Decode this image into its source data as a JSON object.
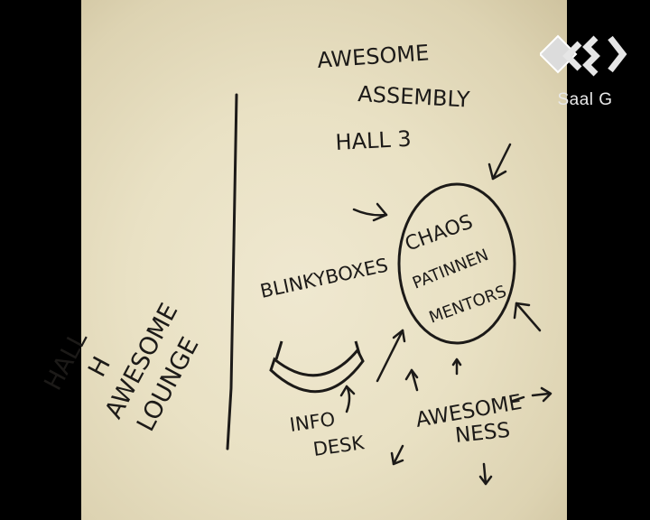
{
  "overlay": {
    "channel_label": "Saal G",
    "logo_icon": "ccc-logo-icon"
  },
  "sketch": {
    "hall3": [
      "AWESOME",
      "ASSEMBLY",
      "HALL 3"
    ],
    "hallh": [
      "HALL",
      "H",
      "AWESOME",
      "LOUNGE"
    ],
    "circle": [
      "CHAOS",
      "PATINNEN",
      "MENTORS"
    ],
    "blinky": "BLINKYBOXES",
    "info": [
      "INFO",
      "DESK"
    ],
    "awesomeness": [
      "AWESOME",
      "NESS"
    ]
  },
  "colors": {
    "ink": "#1c1a18",
    "paper": "#e9e1c4",
    "letterbox": "#000000"
  }
}
